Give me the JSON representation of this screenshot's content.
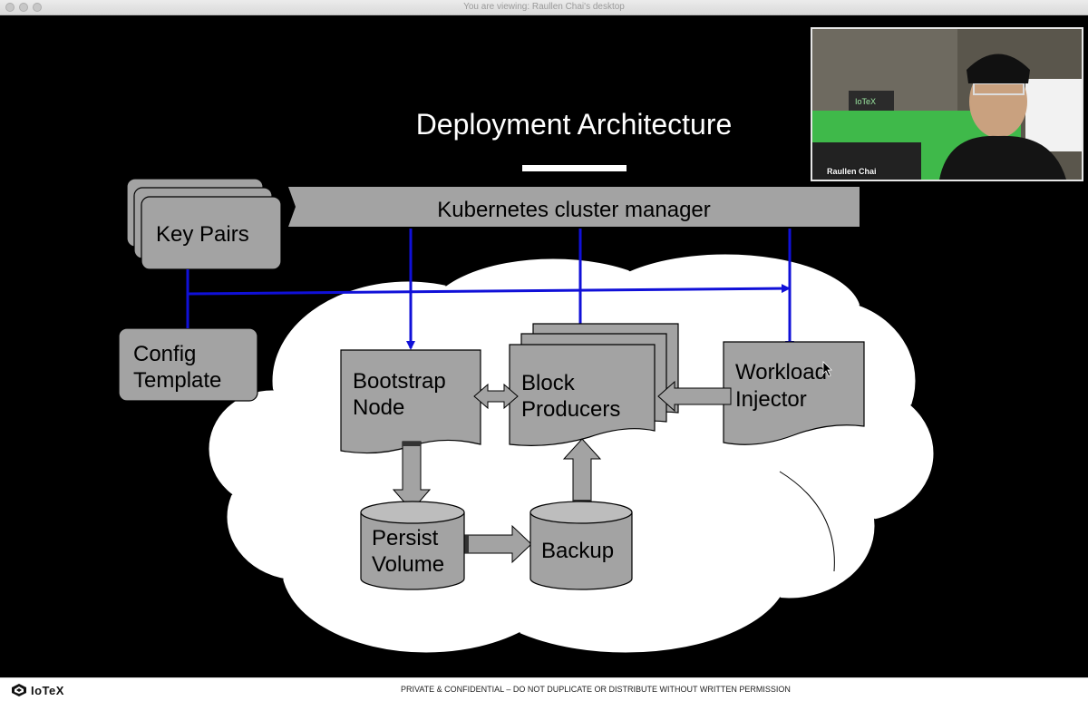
{
  "window": {
    "title": "You are viewing: Raullen Chai's desktop"
  },
  "slide": {
    "title": "Deployment Architecture",
    "nodes": {
      "key_pairs": "Key Pairs",
      "kubernetes": "Kubernetes cluster manager",
      "config_line1": "Config",
      "config_line2": "Template",
      "bootstrap_line1": "Bootstrap",
      "bootstrap_line2": "Node",
      "block_line1": "Block",
      "block_line2": "Producers",
      "workload_line1": "Workload",
      "workload_line2": "Injector",
      "persist_line1": "Persist",
      "persist_line2": "Volume",
      "backup": "Backup"
    },
    "colors": {
      "shape_fill": "#a3a3a3",
      "arrow_blue": "#1010d8",
      "cloud_fill": "#ffffff"
    }
  },
  "video": {
    "participant_name": "Raullen Chai",
    "background_logo": "IoTeX"
  },
  "footer": {
    "logo_text": "IoTeX",
    "notice": "PRIVATE & CONFIDENTIAL – DO NOT DUPLICATE OR DISTRIBUTE WITHOUT WRITTEN PERMISSION"
  }
}
